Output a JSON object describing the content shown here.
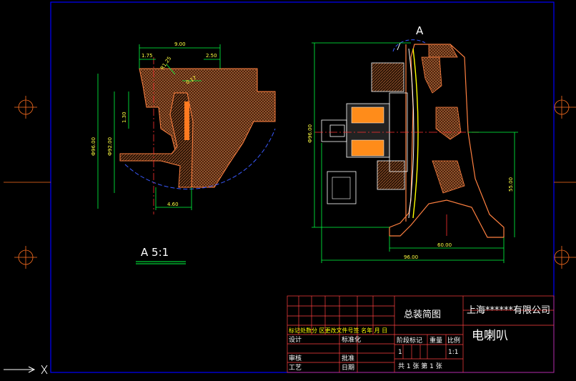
{
  "detail": {
    "label": "A 5:1",
    "dims": {
      "top_width": "9.00",
      "left_gap": "1.75",
      "radius": "R1.25",
      "right_gap": "2.50",
      "angle": "0.17",
      "height_small": "1.30",
      "dia_left": "Ф96.00",
      "dia_inner": "Ф92.00",
      "bottom_width": "4.60"
    }
  },
  "section": {
    "view_marker": "A",
    "dims": {
      "overall_dia": "Ф96.00",
      "height_right": "55.00",
      "width_inner": "60.00",
      "width_total": "96.00"
    }
  },
  "title_block": {
    "drawing_title": "总装简图",
    "company": "上海******有限公司",
    "part_name": "电喇叭",
    "rev_header": "标记处数分 区更改文件号签 名年 月 日",
    "design": "设计",
    "standardize": "标准化",
    "review": "审核",
    "craft": "工艺",
    "approve": "批准",
    "date": "日期",
    "stage_mark": "阶段标记",
    "weight": "重量",
    "ratio": "比例",
    "stage_val": "1",
    "ratio_val": "1:1",
    "sheets": "共 1 张 第 1 张"
  },
  "colors": {
    "frame": "#0000ff",
    "dim": "#ffff40",
    "hatch": "#a0522d",
    "edge": "#ff8040",
    "center": "#ff0000",
    "title_grid": "#ff4040"
  }
}
